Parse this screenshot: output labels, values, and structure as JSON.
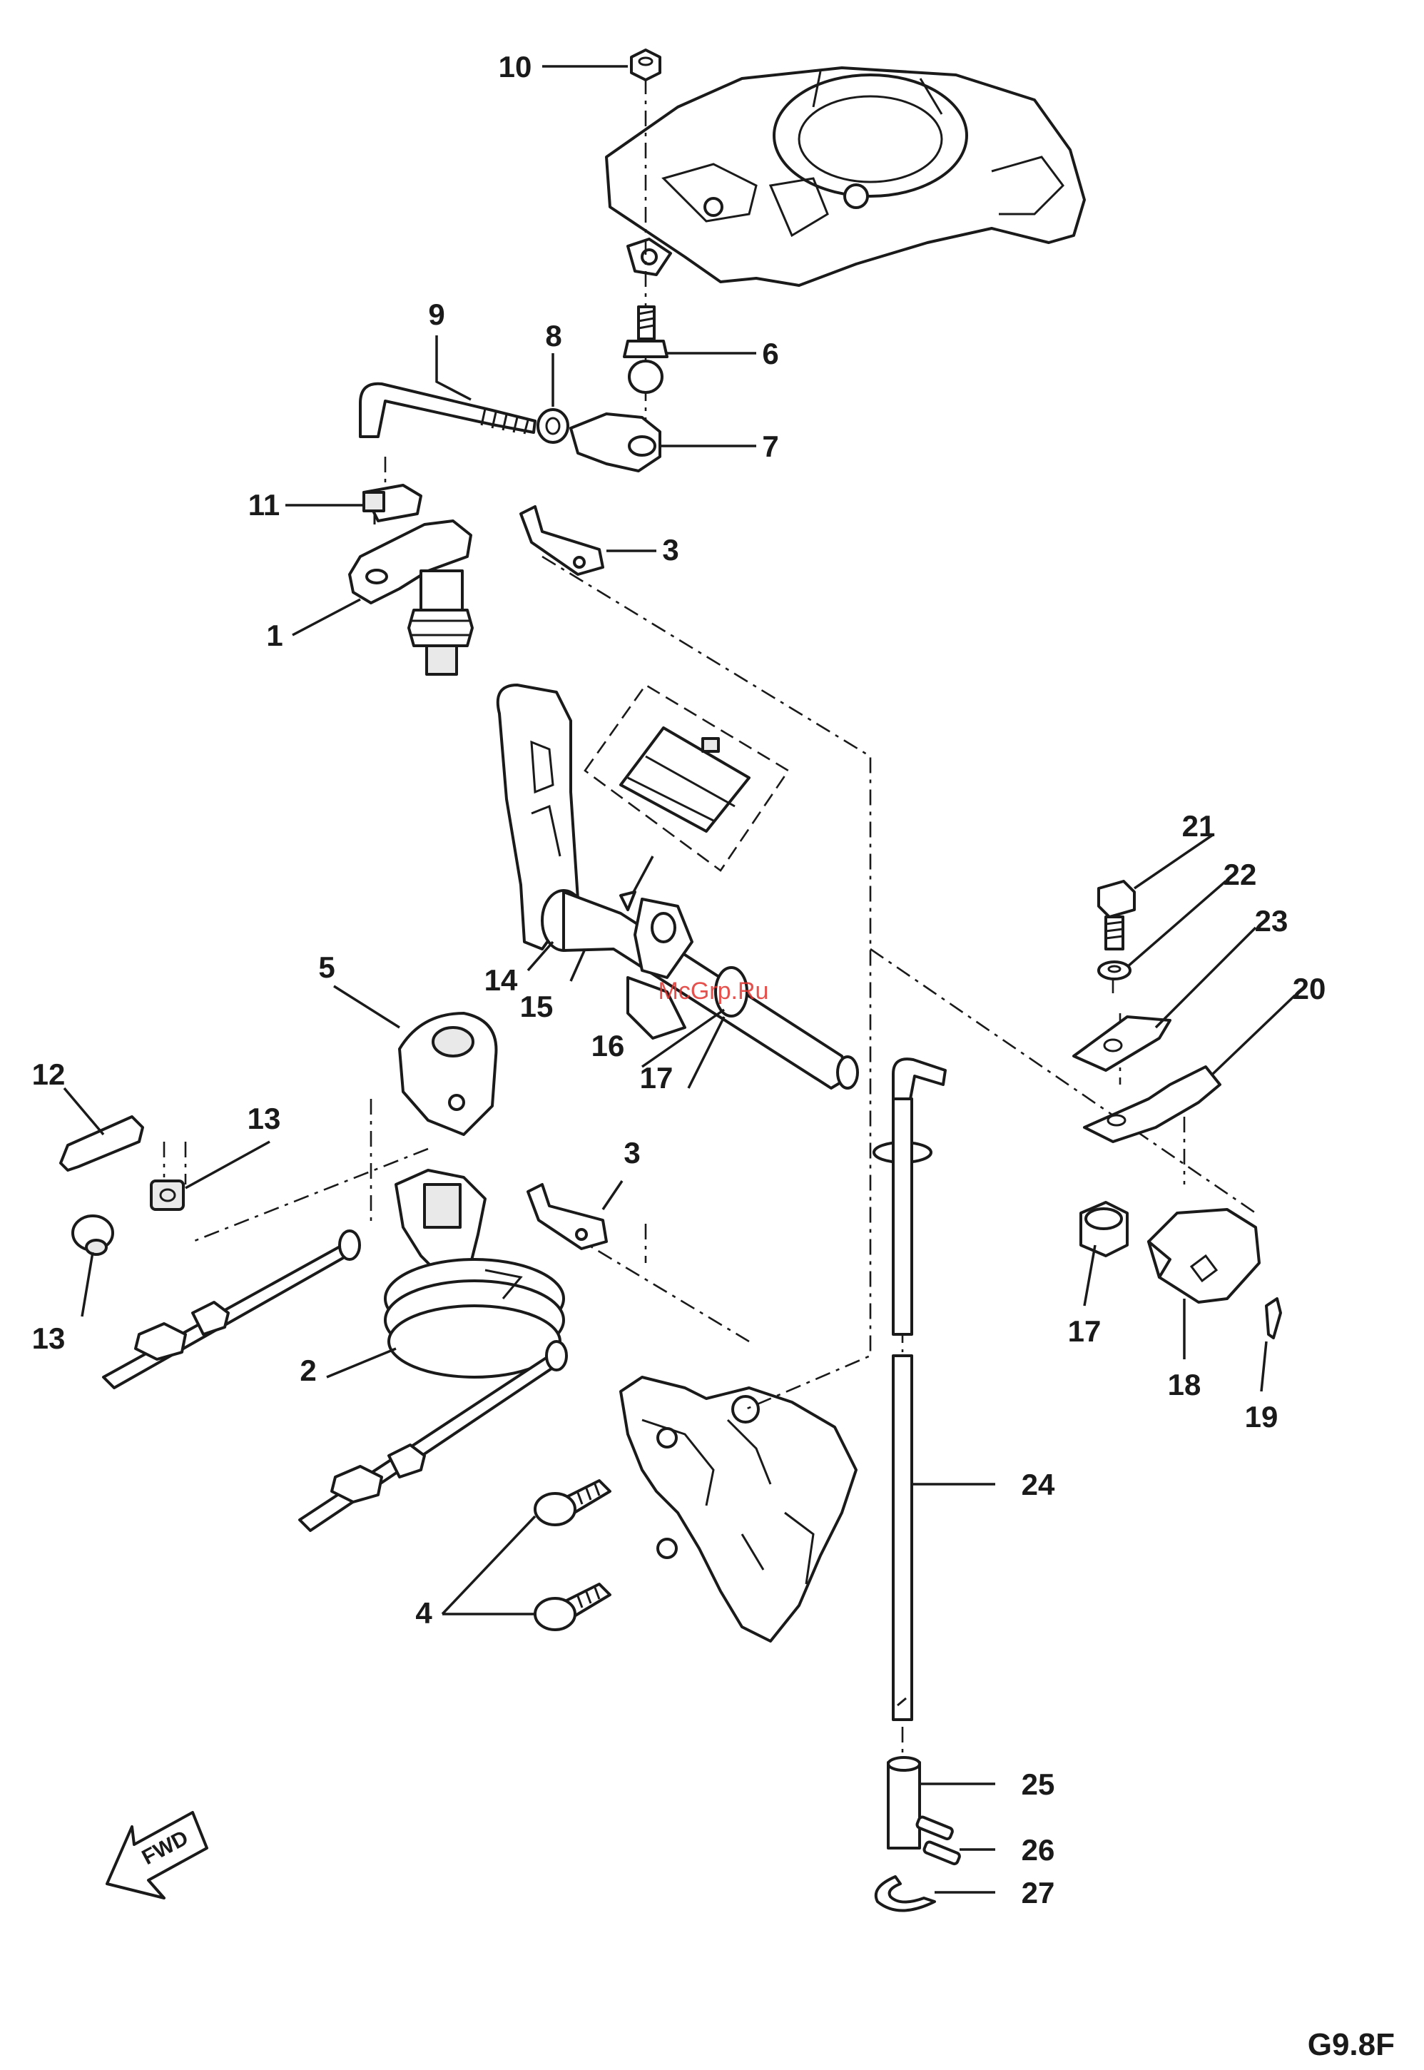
{
  "diagram": {
    "callouts": {
      "c1": "1",
      "c2": "2",
      "c3a": "3",
      "c3b": "3",
      "c4": "4",
      "c5": "5",
      "c6": "6",
      "c7": "7",
      "c8": "8",
      "c9": "9",
      "c10": "10",
      "c11": "11",
      "c12": "12",
      "c13a": "13",
      "c13b": "13",
      "c14": "14",
      "c15": "15",
      "c16": "16",
      "c17a": "17",
      "c17b": "17",
      "c18": "18",
      "c19": "19",
      "c20": "20",
      "c21": "21",
      "c22": "22",
      "c23": "23",
      "c24": "24",
      "c25": "25",
      "c26": "26",
      "c27": "27"
    },
    "direction_label": "FWD",
    "figure_code": "G9.8F",
    "watermark": "McGrp.Ru"
  }
}
